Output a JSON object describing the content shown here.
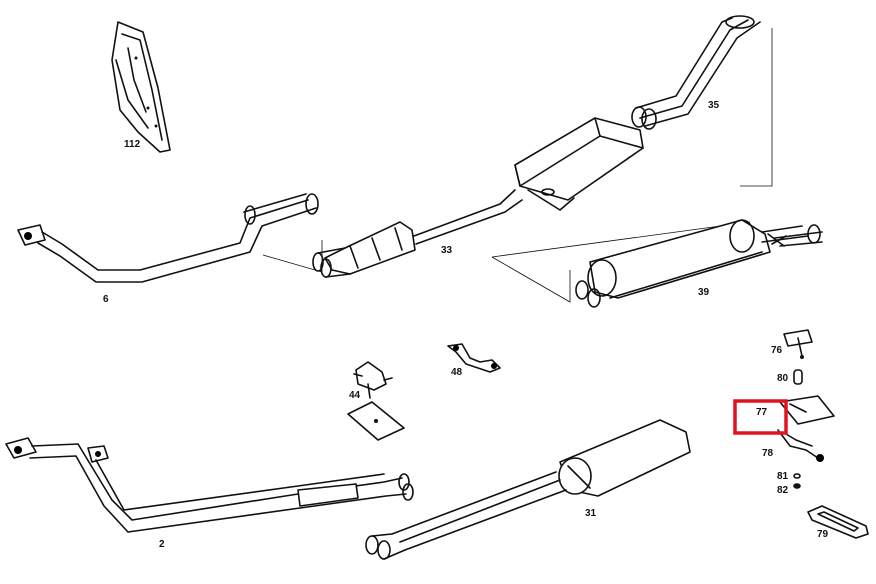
{
  "colors": {
    "highlight": "#e0141e",
    "ink": "#111111",
    "background": "#ffffff"
  },
  "highlighted_part": "77",
  "parts": {
    "p112": "112",
    "p35": "35",
    "p6": "6",
    "p33": "33",
    "p39": "39",
    "p76": "76",
    "p80": "80",
    "p48": "48",
    "p44": "44",
    "p77": "77",
    "p78": "78",
    "p81": "81",
    "p82": "82",
    "p2": "2",
    "p31": "31",
    "p79": "79"
  }
}
